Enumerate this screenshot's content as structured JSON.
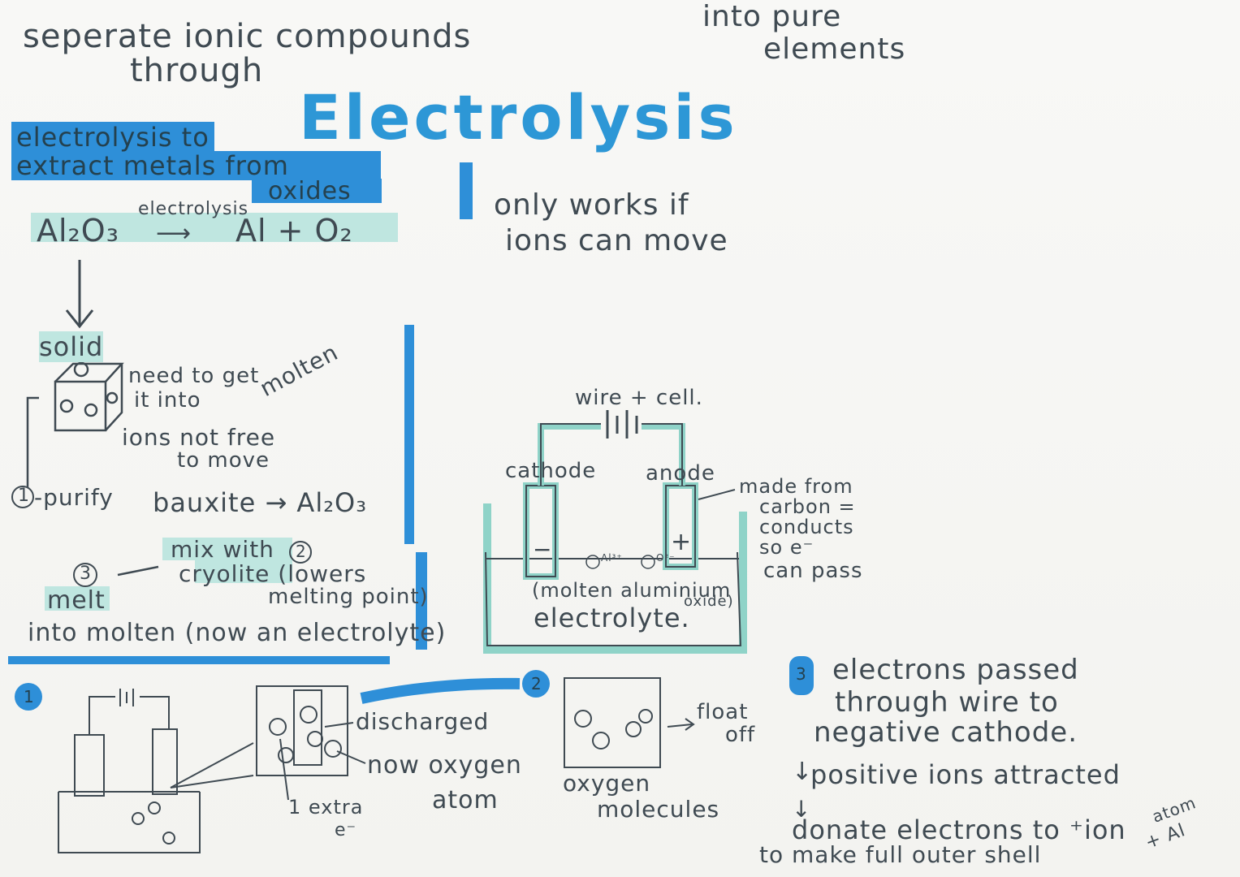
{
  "title": "Electrolysis",
  "top_left": [
    "seperate ionic compounds",
    "through"
  ],
  "top_right": [
    "into pure",
    "elements"
  ],
  "extract_heading": [
    "electrolysis to",
    "extract metals from",
    "oxides"
  ],
  "equation": {
    "above_arrow": "electrolysis",
    "reactant": "Al₂O₃",
    "product": "Al + O₂"
  },
  "only_works": [
    "only works if",
    "ions can move"
  ],
  "solid_label": "solid",
  "need_molten": [
    "need to get",
    "it into"
  ],
  "molten_word": "molten",
  "ions_not_free": [
    "ions not free",
    "to move"
  ],
  "step1": {
    "num": "1",
    "text": "-purify",
    "reaction": "bauxite → Al₂O₃"
  },
  "step2": {
    "num": "2",
    "text": [
      "mix with",
      "cryolite (lowers",
      "melting point)"
    ]
  },
  "step3": {
    "num": "3",
    "text": "melt",
    "result": "into molten (now an electrolyte)"
  },
  "cell_diagram": {
    "wire_label": "wire + cell.",
    "cathode": "cathode",
    "anode": "anode",
    "cathode_sign": "−",
    "anode_sign": "+",
    "ion_al": "Al³⁺",
    "ion_o": "O²⁻",
    "electrolyte": [
      "(molten aluminium",
      "oxide)",
      "electrolyte."
    ],
    "anode_note": [
      "made from",
      "carbon =",
      "conducts",
      "so e⁻",
      "can pass"
    ]
  },
  "bottom": {
    "n1": "1",
    "n2": "2",
    "n3": "3",
    "discharged": "discharged",
    "now_oxygen": [
      "now oxygen",
      "atom"
    ],
    "extra_e": [
      "1 extra",
      "e⁻"
    ],
    "float_off": [
      "float",
      "off"
    ],
    "oxygen_molecules": [
      "oxygen",
      "molecules"
    ],
    "electrons_passed": [
      "electrons passed",
      "through wire to",
      "negative cathode."
    ],
    "positive_ions": "positive ions attracted",
    "donate": [
      "donate electrons to ⁺ion",
      "to make full outer shell"
    ],
    "atom": [
      "atom",
      "+ Al"
    ]
  },
  "colors": {
    "highlight_blue": "#2e8fd8",
    "highlight_teal": "#bfe6e0",
    "ink": "#3f4a52",
    "title": "#2d97d6"
  }
}
